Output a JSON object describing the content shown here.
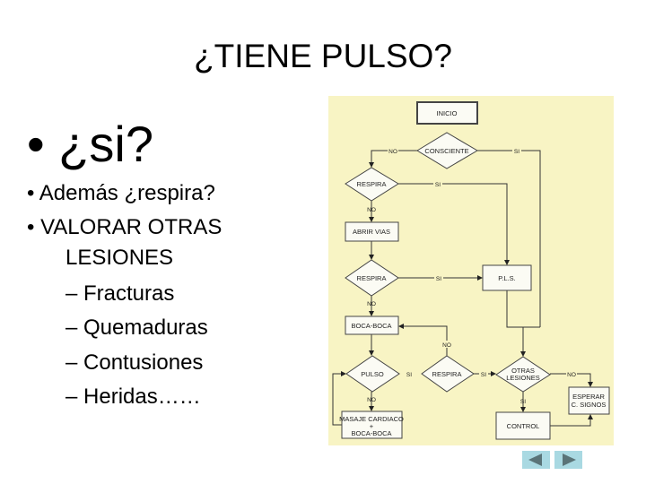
{
  "slide": {
    "title": "¿TIENE PULSO?",
    "main_bullet": "• ¿si?",
    "bullets": [
      "• Además ¿respira?",
      "• VALORAR OTRAS",
      "LESIONES"
    ],
    "sub_bullets": [
      "– Fracturas",
      "– Quemaduras",
      "– Contusiones",
      "– Heridas……"
    ]
  },
  "flowchart": {
    "background": "#f8f4c4",
    "nodes": {
      "inicio": "INICIO",
      "consciente": "CONSCIENTE",
      "respira1": "RESPIRA",
      "abrir_vias": "ABRIR VIAS",
      "respira2": "RESPIRA",
      "pls": "P.L.S.",
      "boca_boca": "BOCA-BOCA",
      "pulso": "PULSO",
      "respira3": "RESPIRA",
      "otras_lesiones_1": "OTRAS",
      "otras_lesiones_2": "LESIONES",
      "esperar_1": "ESPERAR",
      "esperar_2": "C. SIGNOS",
      "control": "CONTROL",
      "masaje_1": "MASAJE CARDIACO",
      "masaje_2": "+",
      "masaje_3": "BOCA-BOCA"
    },
    "edge_labels": {
      "no": "NO",
      "si": "SI"
    }
  },
  "nav": {
    "prev_icon": "triangle-left-icon",
    "next_icon": "triangle-right-icon",
    "color": "#a9d9e2"
  }
}
